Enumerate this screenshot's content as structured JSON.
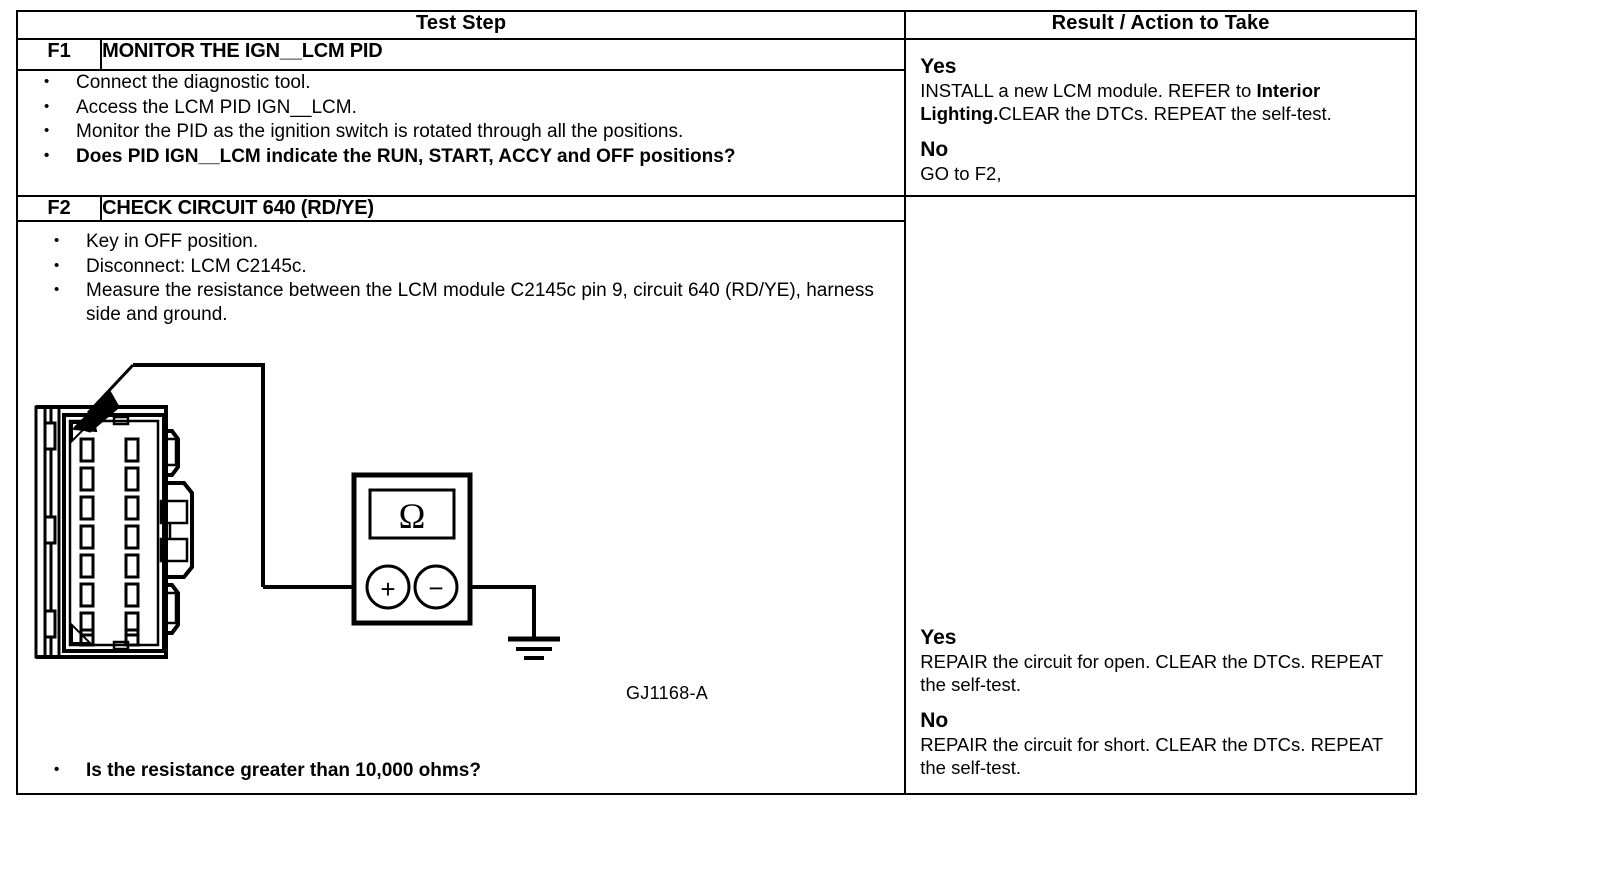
{
  "table": {
    "headers": {
      "step_blank": "",
      "test_step": "Test Step",
      "result_action": "Result / Action to Take"
    },
    "steps": [
      {
        "id": "F1",
        "title": "MONITOR THE IGN__LCM PID",
        "bullets": [
          {
            "text": "Connect the diagnostic tool.",
            "bold": false
          },
          {
            "text": "Access the LCM PID IGN__LCM.",
            "bold": false
          },
          {
            "text": "Monitor the PID as the ignition switch is rotated through all the positions.",
            "bold": false
          },
          {
            "text": "Does PID IGN__LCM indicate the RUN, START, ACCY and OFF positions?",
            "bold": true
          }
        ],
        "result": {
          "yes_label": "Yes",
          "yes_text_part1": "INSTALL a new LCM module. REFER to ",
          "yes_text_bold": "Interior Lighting.",
          "yes_text_part2": "CLEAR the DTCs. REPEAT the self-test.",
          "no_label": "No",
          "no_text": "GO to F2,"
        }
      },
      {
        "id": "F2",
        "title": "CHECK CIRCUIT 640 (RD/YE)",
        "bullets": [
          {
            "text": "Key in OFF position.",
            "bold": false
          },
          {
            "text": "Disconnect: LCM C2145c.",
            "bold": false
          },
          {
            "text": "Measure the resistance between the LCM module C2145c pin 9, circuit 640 (RD/YE), harness side and ground.",
            "bold": false
          }
        ],
        "question": "Is the resistance greater than 10,000 ohms?",
        "result": {
          "yes_label": "Yes",
          "yes_text": "REPAIR the circuit for open. CLEAR the DTCs. REPEAT the self-test.",
          "no_label": "No",
          "no_text": "REPAIR the circuit for short. CLEAR the DTCs. REPEAT the self-test."
        }
      }
    ]
  },
  "diagram": {
    "caption": "GJ1168-A",
    "meter_display_symbol": "Ω",
    "meter_positive_symbol": "+",
    "meter_negative_symbol": "−",
    "connector_pin_rows": 8,
    "connector_pin_columns": 2,
    "probed_pin": "9"
  },
  "colors": {
    "ink": "#000000",
    "paper": "#ffffff"
  }
}
